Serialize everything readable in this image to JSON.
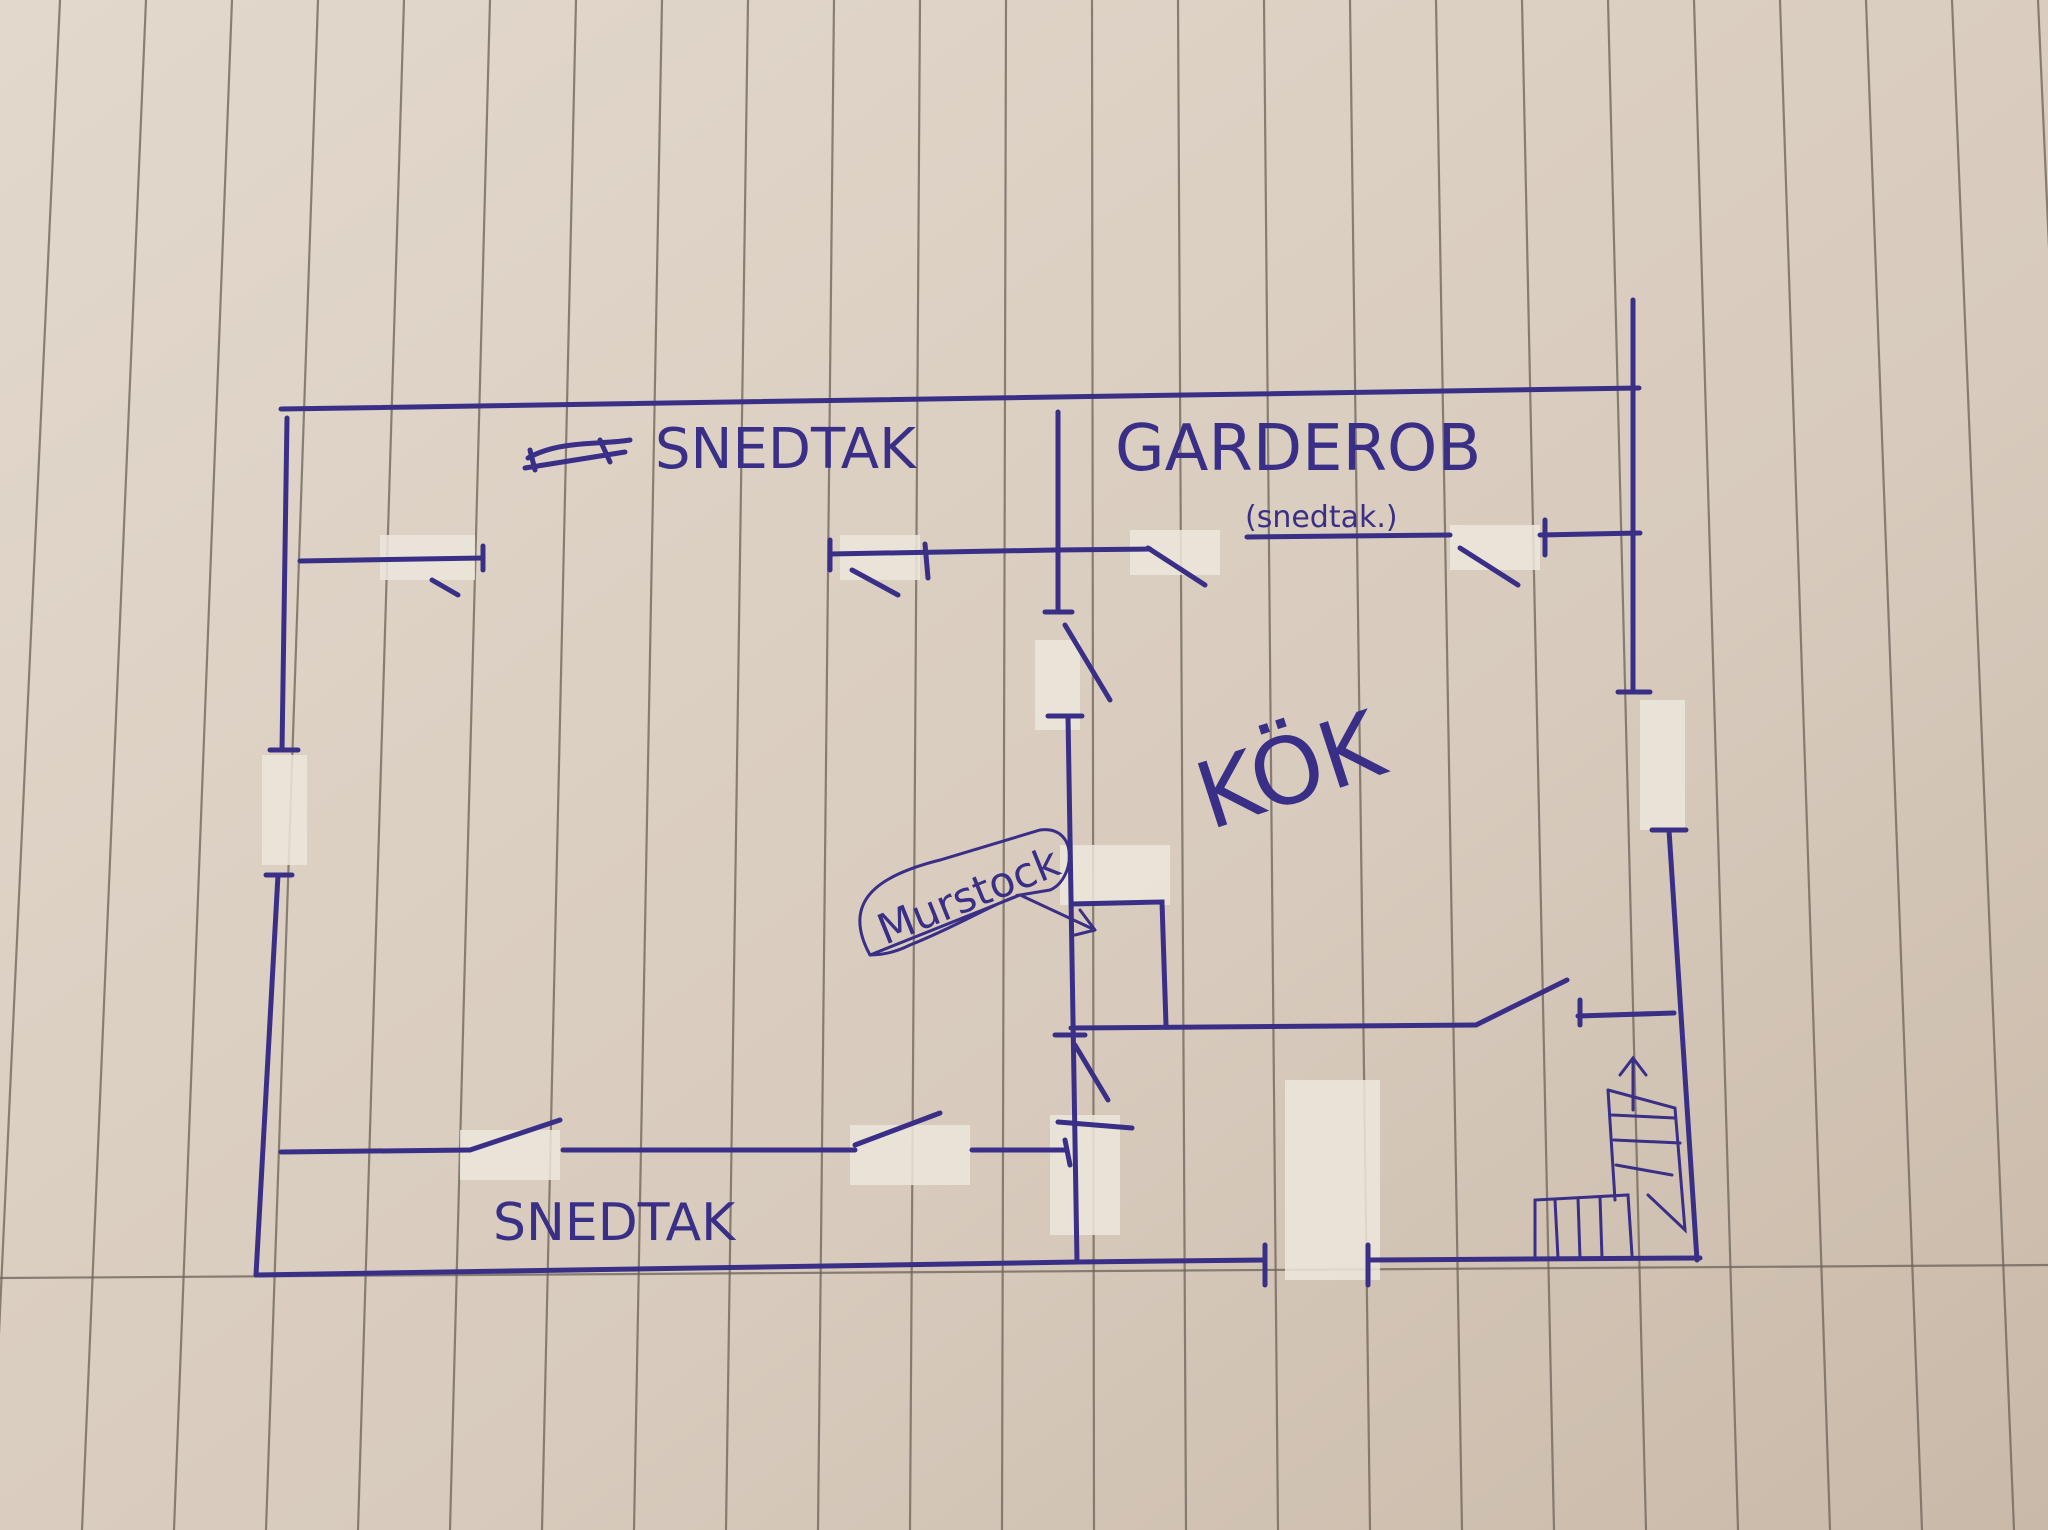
{
  "labels": {
    "top_room": "SNEDTAK",
    "wardrobe": "GARDEROB",
    "wardrobe_note": "(snedtak.)",
    "kitchen": "KÖK",
    "chimney": "Murstock",
    "bottom_room": "SNEDTAK"
  },
  "colors": {
    "ink": "#3a2f86",
    "paper": "#d9cdbf"
  }
}
